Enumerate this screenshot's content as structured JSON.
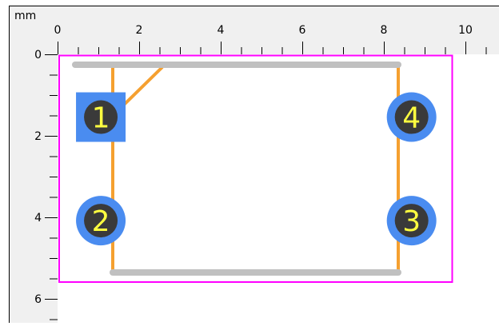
{
  "ruler": {
    "unit": "mm",
    "x_labels": [
      "0",
      "2",
      "4",
      "6",
      "8",
      "10"
    ],
    "y_labels": [
      "0",
      "2",
      "4",
      "6"
    ]
  },
  "pads": [
    {
      "label": "1",
      "shape": "square",
      "x_mm": 1.06,
      "y_mm": 1.54
    },
    {
      "label": "2",
      "shape": "circle",
      "x_mm": 1.06,
      "y_mm": 4.08
    },
    {
      "label": "3",
      "shape": "circle",
      "x_mm": 8.68,
      "y_mm": 4.08
    },
    {
      "label": "4",
      "shape": "circle",
      "x_mm": 8.68,
      "y_mm": 1.54
    }
  ],
  "colors": {
    "courtyard": "#ff00ff",
    "silkscreen": "#c0c0c0",
    "fab": "#f5a030",
    "pad": "#4a8cf0",
    "hole": "#3a3a3a",
    "pad_label": "#ffff40",
    "ruler_bg": "#f0f0f0"
  }
}
